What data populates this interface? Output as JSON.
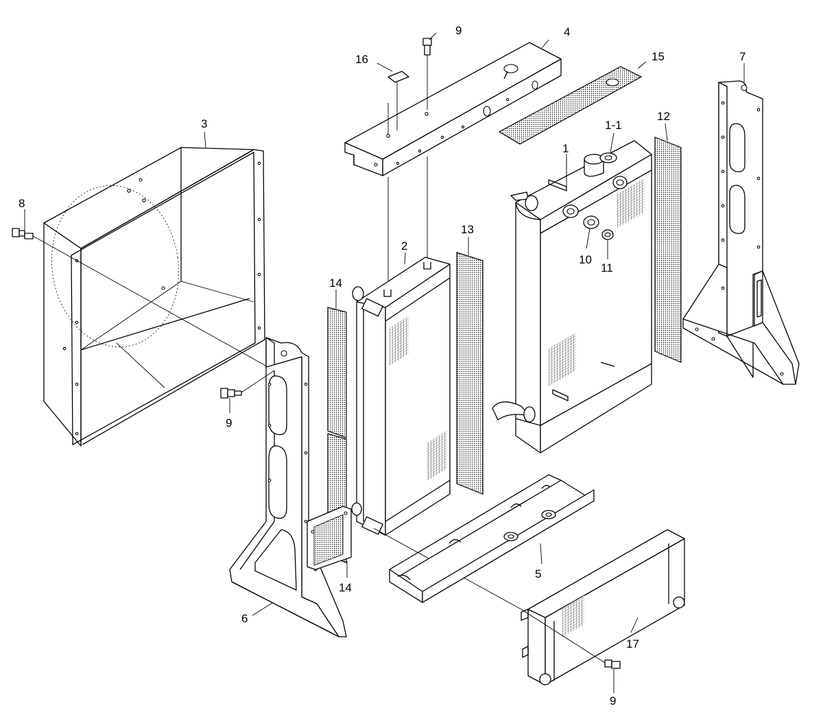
{
  "diagram": {
    "labels": [
      {
        "id": "1",
        "text": "1"
      },
      {
        "id": "1-1",
        "text": "1-1"
      },
      {
        "id": "2",
        "text": "2"
      },
      {
        "id": "3",
        "text": "3"
      },
      {
        "id": "4",
        "text": "4"
      },
      {
        "id": "5",
        "text": "5"
      },
      {
        "id": "6",
        "text": "6"
      },
      {
        "id": "7",
        "text": "7"
      },
      {
        "id": "8",
        "text": "8"
      },
      {
        "id": "9a",
        "text": "9"
      },
      {
        "id": "9b",
        "text": "9"
      },
      {
        "id": "9c",
        "text": "9"
      },
      {
        "id": "10",
        "text": "10"
      },
      {
        "id": "11",
        "text": "11"
      },
      {
        "id": "12",
        "text": "12"
      },
      {
        "id": "13",
        "text": "13"
      },
      {
        "id": "14a",
        "text": "14"
      },
      {
        "id": "14b",
        "text": "14"
      },
      {
        "id": "15",
        "text": "15"
      },
      {
        "id": "16",
        "text": "16"
      },
      {
        "id": "17",
        "text": "17"
      }
    ]
  }
}
